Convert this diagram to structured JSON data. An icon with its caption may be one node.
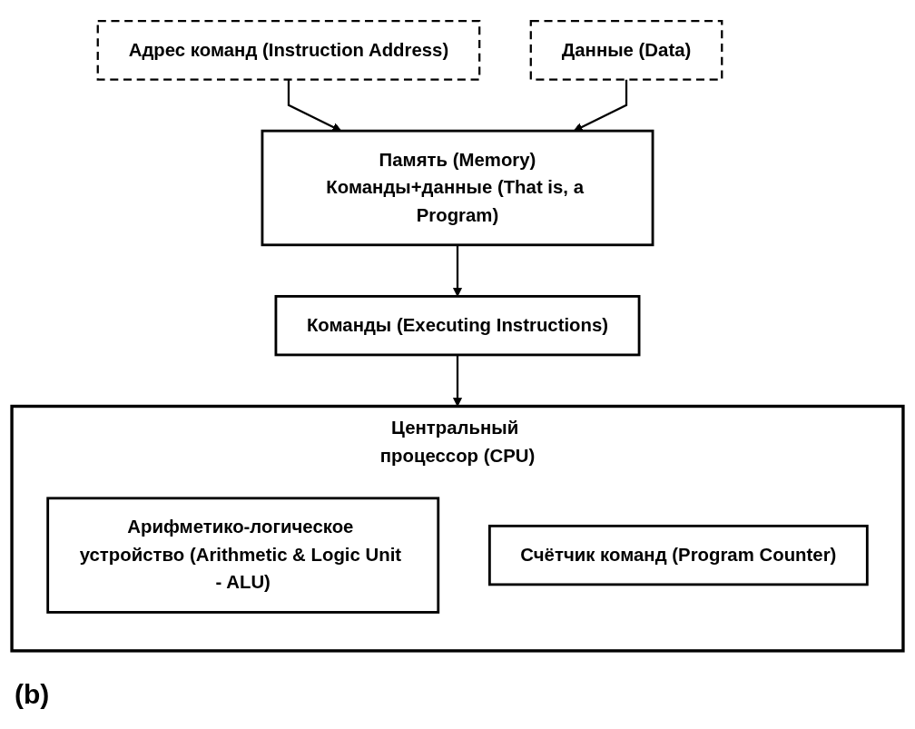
{
  "diagram": {
    "nodes": [
      {
        "text": [
          "Память (Memory)",
          "Команды+данные (That is, a Program)"
        ]
      },
      {
        "text": [
          "Команды (Executing Instructions)"
        ]
      },
      {
        "text": [
          "Центральный процессор (CPU)"
        ]
      },
      {
        "text": [
          "Арифметико-логическое устройство (Arithmetic & Logic Unit - ALU)"
        ],
        "in": 2
      },
      {
        "text": [
          "Счётчик команд (Program Counter)"
        ],
        "in": 2
      },
      {
        "text": [
          "Данные (Data)"
        ]
      },
      {
        "text": [
          "Адрес команд (Instruction Address)"
        ]
      }
    ],
    "edges": [
      {
        "from": 0,
        "to": 1,
        "arrow": "to"
      },
      {
        "from": 1,
        "to": 2,
        "arrow": "to"
      },
      {
        "from": 6,
        "to": 0,
        "arrow": "to"
      },
      {
        "from": 5,
        "to": 0,
        "arrow": "to"
      }
    ],
    "labels": [
      "(b)"
    ]
  }
}
